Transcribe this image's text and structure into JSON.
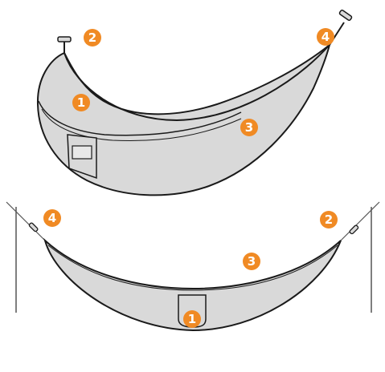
{
  "colors": {
    "fabric": "#d9d9d9",
    "outline": "#1a1a1a",
    "badge": "#f08a24",
    "badge_text": "#ffffff",
    "pole": "#555555"
  },
  "top_view": {
    "callouts": [
      {
        "label": "1",
        "part": "pocket-end"
      },
      {
        "label": "2",
        "part": "left-toggle"
      },
      {
        "label": "3",
        "part": "fabric-body"
      },
      {
        "label": "4",
        "part": "right-toggle"
      }
    ]
  },
  "hung_view": {
    "callouts": [
      {
        "label": "4",
        "part": "left-end-toggle"
      },
      {
        "label": "2",
        "part": "right-end-toggle"
      },
      {
        "label": "3",
        "part": "fabric-body"
      },
      {
        "label": "1",
        "part": "pocket"
      }
    ]
  }
}
